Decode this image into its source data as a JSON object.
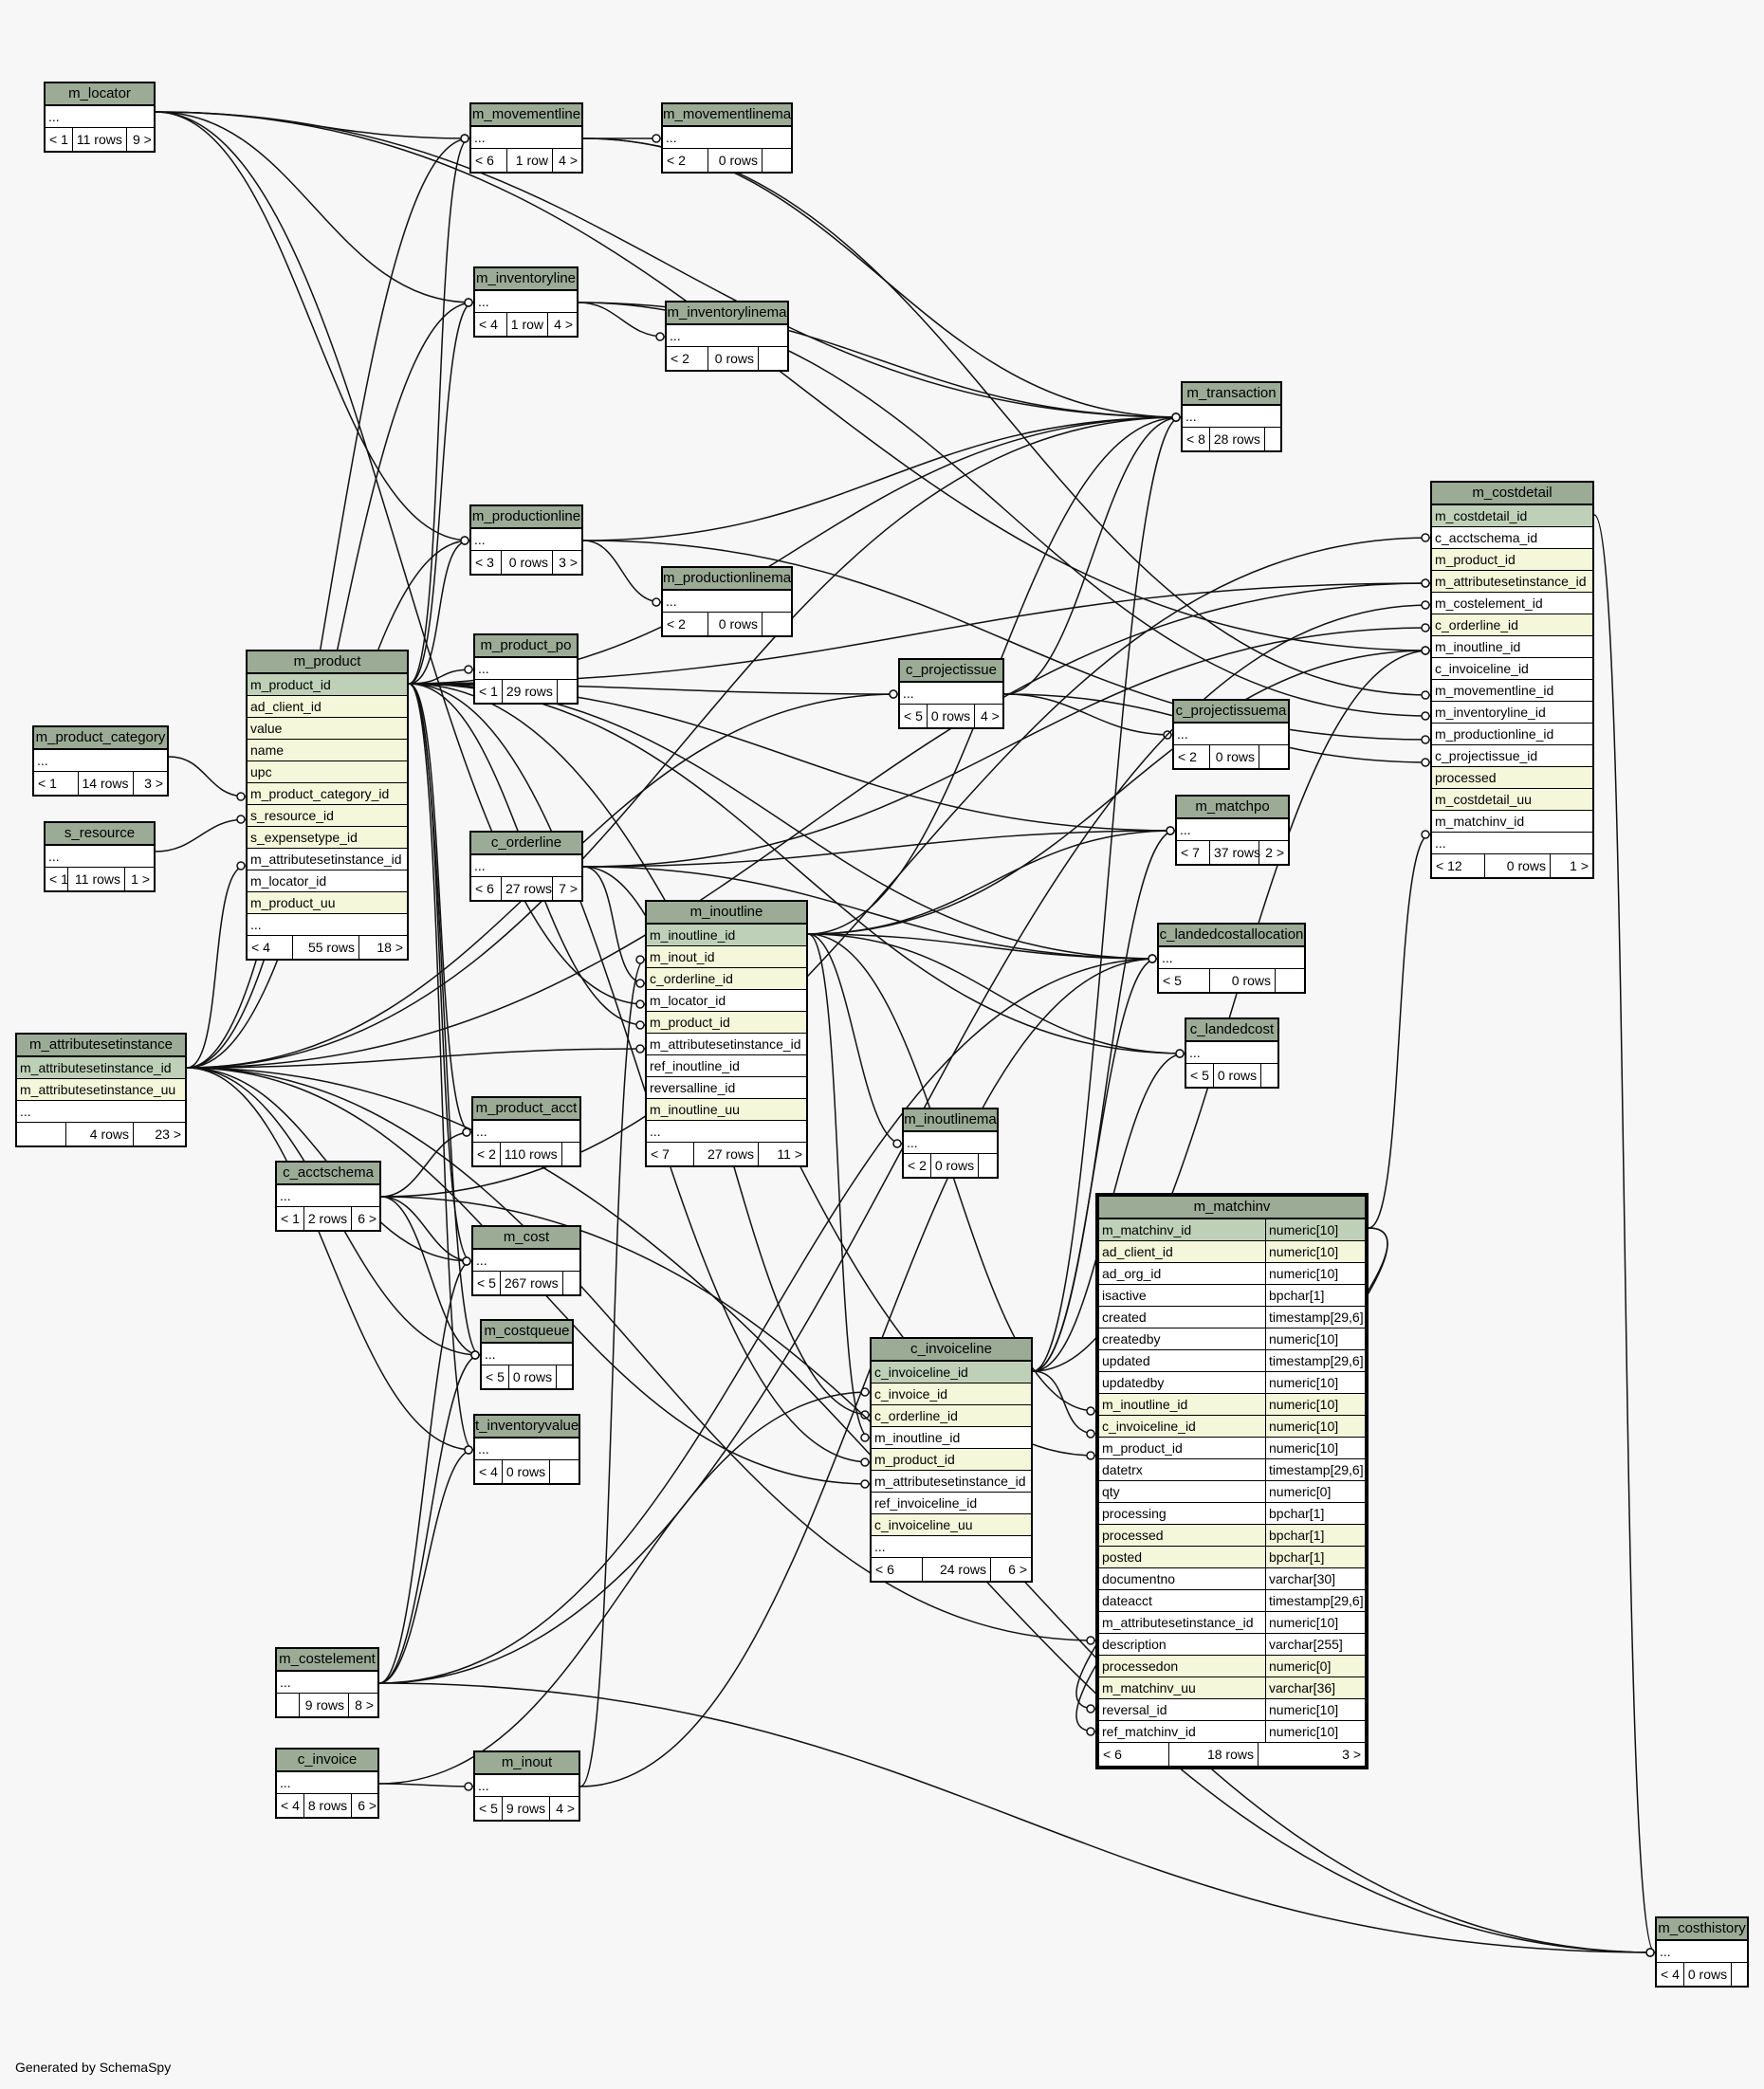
{
  "footer": "Generated by SchemaSpy",
  "colors": {
    "header": "#9bab96",
    "primary_key": "#bed1b8",
    "indexed": "#f4f7da",
    "background": "#f7f7f7"
  },
  "tables": {
    "m_locator": {
      "name": "m_locator",
      "rows": [
        "..."
      ],
      "foot": [
        "< 1",
        "11 rows",
        "9 >"
      ]
    },
    "m_movementline": {
      "name": "m_movementline",
      "rows": [
        "..."
      ],
      "foot": [
        "< 6",
        "1 row",
        "4 >"
      ]
    },
    "m_movementlinema": {
      "name": "m_movementlinema",
      "rows": [
        "..."
      ],
      "foot": [
        "< 2",
        "0 rows",
        ""
      ]
    },
    "m_inventoryline": {
      "name": "m_inventoryline",
      "rows": [
        "..."
      ],
      "foot": [
        "< 4",
        "1 row",
        "4 >"
      ]
    },
    "m_inventorylinema": {
      "name": "m_inventorylinema",
      "rows": [
        "..."
      ],
      "foot": [
        "< 2",
        "0 rows",
        ""
      ]
    },
    "m_transaction": {
      "name": "m_transaction",
      "rows": [
        "..."
      ],
      "foot": [
        "< 8",
        "28 rows",
        ""
      ]
    },
    "m_costdetail": {
      "name": "m_costdetail",
      "rows": [
        "m_costdetail_id",
        "c_acctschema_id",
        "m_product_id",
        "m_attributesetinstance_id",
        "m_costelement_id",
        "c_orderline_id",
        "m_inoutline_id",
        "c_invoiceline_id",
        "m_movementline_id",
        "m_inventoryline_id",
        "m_productionline_id",
        "c_projectissue_id",
        "processed",
        "m_costdetail_uu",
        "m_matchinv_id",
        "..."
      ],
      "foot": [
        "< 12",
        "0 rows",
        "1 >"
      ]
    },
    "m_productionline": {
      "name": "m_productionline",
      "rows": [
        "..."
      ],
      "foot": [
        "< 3",
        "0 rows",
        "3 >"
      ]
    },
    "m_productionlinema": {
      "name": "m_productionlinema",
      "rows": [
        "..."
      ],
      "foot": [
        "< 2",
        "0 rows",
        ""
      ]
    },
    "m_product": {
      "name": "m_product",
      "rows": [
        "m_product_id",
        "ad_client_id",
        "value",
        "name",
        "upc",
        "m_product_category_id",
        "s_resource_id",
        "s_expensetype_id",
        "m_attributesetinstance_id",
        "m_locator_id",
        "m_product_uu",
        "..."
      ],
      "foot": [
        "< 4",
        "55 rows",
        "18 >"
      ]
    },
    "m_product_po": {
      "name": "m_product_po",
      "rows": [
        "..."
      ],
      "foot": [
        "< 1",
        "29 rows",
        ""
      ]
    },
    "c_projectissue": {
      "name": "c_projectissue",
      "rows": [
        "..."
      ],
      "foot": [
        "< 5",
        "0 rows",
        "4 >"
      ]
    },
    "c_projectissuema": {
      "name": "c_projectissuema",
      "rows": [
        "..."
      ],
      "foot": [
        "< 2",
        "0 rows",
        ""
      ]
    },
    "m_product_category": {
      "name": "m_product_category",
      "rows": [
        "..."
      ],
      "foot": [
        "< 1",
        "14 rows",
        "3 >"
      ]
    },
    "s_resource": {
      "name": "s_resource",
      "rows": [
        "..."
      ],
      "foot": [
        "< 1",
        "11 rows",
        "1 >"
      ]
    },
    "m_matchpo": {
      "name": "m_matchpo",
      "rows": [
        "..."
      ],
      "foot": [
        "< 7",
        "37 rows",
        "2 >"
      ]
    },
    "c_orderline": {
      "name": "c_orderline",
      "rows": [
        "..."
      ],
      "foot": [
        "< 6",
        "27 rows",
        "7 >"
      ]
    },
    "m_inoutline": {
      "name": "m_inoutline",
      "rows": [
        "m_inoutline_id",
        "m_inout_id",
        "c_orderline_id",
        "m_locator_id",
        "m_product_id",
        "m_attributesetinstance_id",
        "ref_inoutline_id",
        "reversalline_id",
        "m_inoutline_uu",
        "..."
      ],
      "foot": [
        "< 7",
        "27 rows",
        "11 >"
      ]
    },
    "c_landedcostallocation": {
      "name": "c_landedcostallocation",
      "rows": [
        "..."
      ],
      "foot": [
        "< 5",
        "0 rows",
        ""
      ]
    },
    "c_landedcost": {
      "name": "c_landedcost",
      "rows": [
        "..."
      ],
      "foot": [
        "< 5",
        "0 rows",
        ""
      ]
    },
    "m_attributesetinstance": {
      "name": "m_attributesetinstance",
      "rows": [
        "m_attributesetinstance_id",
        "m_attributesetinstance_uu",
        "..."
      ],
      "foot": [
        "",
        "4 rows",
        "23 >"
      ]
    },
    "m_product_acct": {
      "name": "m_product_acct",
      "rows": [
        "..."
      ],
      "foot": [
        "< 2",
        "110 rows",
        ""
      ]
    },
    "m_inoutlinema": {
      "name": "m_inoutlinema",
      "rows": [
        "..."
      ],
      "foot": [
        "< 2",
        "0 rows",
        ""
      ]
    },
    "c_acctschema": {
      "name": "c_acctschema",
      "rows": [
        "..."
      ],
      "foot": [
        "< 1",
        "2 rows",
        "6 >"
      ]
    },
    "m_cost": {
      "name": "m_cost",
      "rows": [
        "..."
      ],
      "foot": [
        "< 5",
        "267 rows",
        ""
      ]
    },
    "m_costqueue": {
      "name": "m_costqueue",
      "rows": [
        "..."
      ],
      "foot": [
        "< 5",
        "0 rows",
        ""
      ]
    },
    "t_inventoryvalue": {
      "name": "t_inventoryvalue",
      "rows": [
        "..."
      ],
      "foot": [
        "< 4",
        "0 rows",
        ""
      ]
    },
    "c_invoiceline": {
      "name": "c_invoiceline",
      "rows": [
        "c_invoiceline_id",
        "c_invoice_id",
        "c_orderline_id",
        "m_inoutline_id",
        "m_product_id",
        "m_attributesetinstance_id",
        "ref_invoiceline_id",
        "c_invoiceline_uu",
        "..."
      ],
      "foot": [
        "< 6",
        "24 rows",
        "6 >"
      ]
    },
    "m_costelement": {
      "name": "m_costelement",
      "rows": [
        "..."
      ],
      "foot": [
        "",
        "9 rows",
        "8 >"
      ]
    },
    "c_invoice": {
      "name": "c_invoice",
      "rows": [
        "..."
      ],
      "foot": [
        "< 4",
        "8 rows",
        "6 >"
      ]
    },
    "m_inout": {
      "name": "m_inout",
      "rows": [
        "..."
      ],
      "foot": [
        "< 5",
        "9 rows",
        "4 >"
      ]
    },
    "m_costhistory": {
      "name": "m_costhistory",
      "rows": [
        "..."
      ],
      "foot": [
        "< 4",
        "0 rows",
        ""
      ]
    },
    "m_matchinv": {
      "name": "m_matchinv",
      "rows": [
        "m_matchinv_id",
        "ad_client_id",
        "ad_org_id",
        "isactive",
        "created",
        "createdby",
        "updated",
        "updatedby",
        "m_inoutline_id",
        "c_invoiceline_id",
        "m_product_id",
        "datetrx",
        "qty",
        "processing",
        "processed",
        "posted",
        "documentno",
        "dateacct",
        "m_attributesetinstance_id",
        "description",
        "processedon",
        "m_matchinv_uu",
        "reversal_id",
        "ref_matchinv_id"
      ],
      "types": [
        "numeric[10]",
        "numeric[10]",
        "numeric[10]",
        "bpchar[1]",
        "timestamp[29,6]",
        "numeric[10]",
        "timestamp[29,6]",
        "numeric[10]",
        "numeric[10]",
        "numeric[10]",
        "numeric[10]",
        "timestamp[29,6]",
        "numeric[0]",
        "bpchar[1]",
        "bpchar[1]",
        "bpchar[1]",
        "varchar[30]",
        "timestamp[29,6]",
        "numeric[10]",
        "varchar[255]",
        "numeric[0]",
        "varchar[36]",
        "numeric[10]",
        "numeric[10]"
      ],
      "foot": [
        "< 6",
        "18 rows",
        "3 >"
      ]
    }
  }
}
